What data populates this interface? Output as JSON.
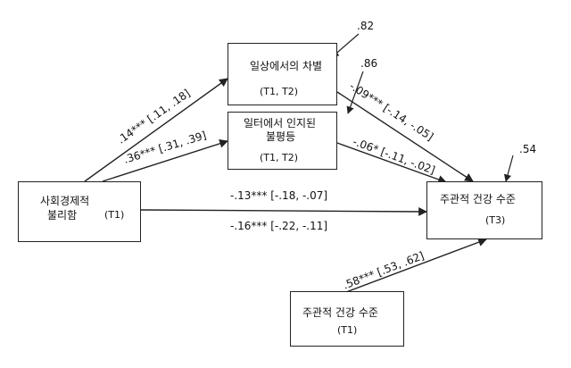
{
  "nodes": {
    "daily_disc": {
      "name": "일상에서의 차별",
      "time": "(T1, T2)"
    },
    "work_ineq": {
      "name_line1": "일터에서 인지된",
      "name_line2": "불평등",
      "time": "(T1, T2)"
    },
    "ses_disadv": {
      "name_line1": "사회경제적",
      "name_line2": "불리함",
      "time": "(T1)"
    },
    "health_t3": {
      "name": "주관적 건강 수준",
      "time": "(T3)"
    },
    "health_t1": {
      "name": "주관적 건강 수준",
      "time": "(T1)"
    }
  },
  "paths": {
    "ses_to_daily": ".14*** [.11, .18]",
    "ses_to_work": ".36*** [.31, .39]",
    "daily_to_health": "-.09*** [-.14, -.05]",
    "work_to_health": "-.06* [-.11, -.02]",
    "direct_effect": "-.13*** [-.18, -.07]",
    "total_effect": "-.16*** [-.22, -.11]",
    "health_t1_to_t3": ".58*** [.53, .62]"
  },
  "r_squared": {
    "daily_disc": ".82",
    "work_ineq": ".86",
    "health_t3": ".54"
  }
}
